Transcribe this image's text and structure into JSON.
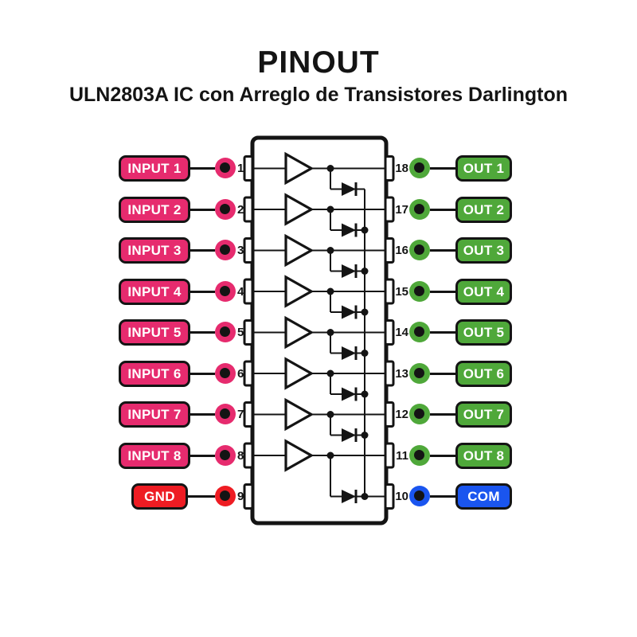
{
  "title": "PINOUT",
  "subtitle": "ULN2803A IC con Arreglo de Transistores Darlington",
  "colors": {
    "input_pink": "#E62B6E",
    "output_green": "#4FA83A",
    "gnd_red": "#EE1C23",
    "com_blue": "#1A55EF",
    "ink": "#141414"
  },
  "ic": {
    "part": "ULN2803A",
    "channels": 8
  },
  "pins": {
    "left": [
      {
        "number": "1",
        "label": "INPUT 1",
        "type": "input"
      },
      {
        "number": "2",
        "label": "INPUT 2",
        "type": "input"
      },
      {
        "number": "3",
        "label": "INPUT 3",
        "type": "input"
      },
      {
        "number": "4",
        "label": "INPUT 4",
        "type": "input"
      },
      {
        "number": "5",
        "label": "INPUT 5",
        "type": "input"
      },
      {
        "number": "6",
        "label": "INPUT 6",
        "type": "input"
      },
      {
        "number": "7",
        "label": "INPUT 7",
        "type": "input"
      },
      {
        "number": "8",
        "label": "INPUT 8",
        "type": "input"
      },
      {
        "number": "9",
        "label": "GND",
        "type": "ground"
      }
    ],
    "right": [
      {
        "number": "18",
        "label": "OUT 1",
        "type": "output"
      },
      {
        "number": "17",
        "label": "OUT 2",
        "type": "output"
      },
      {
        "number": "16",
        "label": "OUT 3",
        "type": "output"
      },
      {
        "number": "15",
        "label": "OUT 4",
        "type": "output"
      },
      {
        "number": "14",
        "label": "OUT 5",
        "type": "output"
      },
      {
        "number": "13",
        "label": "OUT 6",
        "type": "output"
      },
      {
        "number": "12",
        "label": "OUT 7",
        "type": "output"
      },
      {
        "number": "11",
        "label": "OUT 8",
        "type": "output"
      },
      {
        "number": "10",
        "label": "COM",
        "type": "common"
      }
    ]
  }
}
